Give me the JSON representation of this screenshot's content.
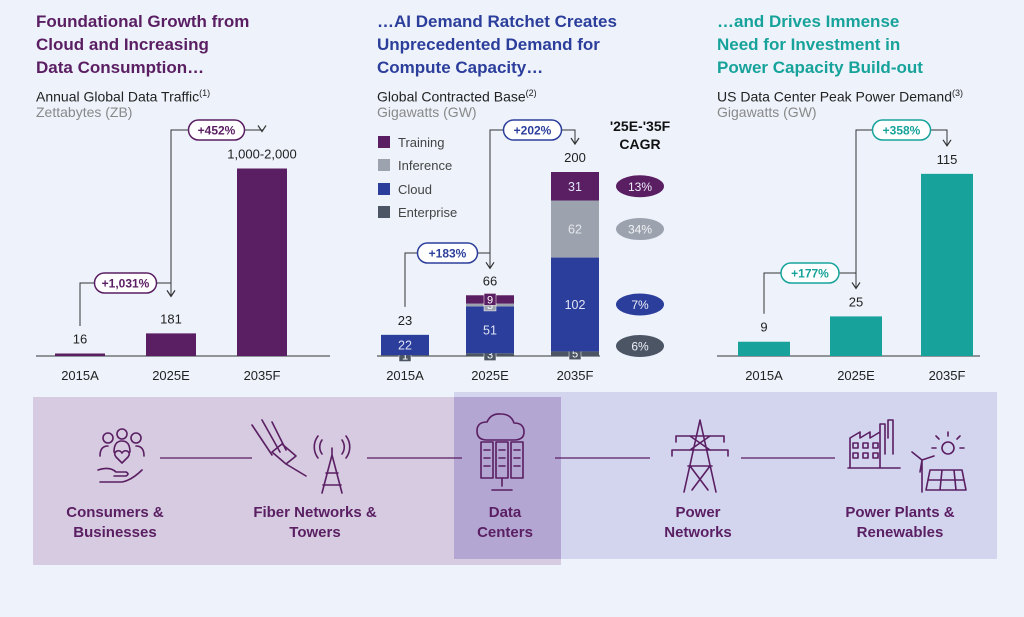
{
  "panels": [
    {
      "heading": "Foundational Growth from\nCloud and Increasing\nData Consumption…",
      "heading_color": "#5a1e62",
      "subtitle": "Annual Global Data Traffic",
      "note": "(1)",
      "unit": "Zettabytes (ZB)"
    },
    {
      "heading": "…AI Demand Ratchet Creates\nUnprecedented Demand for\nCompute Capacity…",
      "heading_color": "#2c3e9b",
      "subtitle": "Global Contracted Base",
      "note": "(2)",
      "unit": "Gigawatts (GW)"
    },
    {
      "heading": "…and Drives Immense\nNeed for Investment in\nPower Capacity Build-out",
      "heading_color": "#17a39b",
      "subtitle": "US Data Center Peak Power Demand",
      "note": "(3)",
      "unit": "Gigawatts (GW)"
    }
  ],
  "chart_data": [
    {
      "type": "bar",
      "categories": [
        "2015A",
        "2025E",
        "2035F"
      ],
      "values": [
        16,
        181,
        1500
      ],
      "value_labels": [
        "16",
        "181",
        "1,000-2,000"
      ],
      "growth_labels": [
        "+1,031%",
        "+452%"
      ],
      "color": "#5a1e62",
      "ylim": [
        0,
        1600
      ]
    },
    {
      "type": "bar",
      "stacked": true,
      "categories": [
        "2015A",
        "2025E",
        "2035F"
      ],
      "series": [
        {
          "name": "Enterprise",
          "values": [
            1,
            3,
            5
          ],
          "color": "#4b5563"
        },
        {
          "name": "Cloud",
          "values": [
            22,
            51,
            102
          ],
          "color": "#2c3e9b"
        },
        {
          "name": "Inference",
          "values": [
            0,
            3,
            62
          ],
          "color": "#9ca3af"
        },
        {
          "name": "Training",
          "values": [
            0,
            9,
            31
          ],
          "color": "#5a1e62"
        }
      ],
      "legend_order": [
        "Training",
        "Inference",
        "Cloud",
        "Enterprise"
      ],
      "totals": [
        23,
        66,
        200
      ],
      "growth_labels": [
        "+183%",
        "+202%"
      ],
      "cagr_title": "'25E-'35F\nCAGR",
      "cagr": [
        {
          "series": "Training",
          "label": "13%"
        },
        {
          "series": "Inference",
          "label": "34%"
        },
        {
          "series": "Cloud",
          "label": "7%"
        },
        {
          "series": "Enterprise",
          "label": "6%"
        }
      ],
      "ylim": [
        0,
        200
      ]
    },
    {
      "type": "bar",
      "categories": [
        "2015A",
        "2025E",
        "2035F"
      ],
      "values": [
        9,
        25,
        115
      ],
      "value_labels": [
        "9",
        "25",
        "115"
      ],
      "growth_labels": [
        "+177%",
        "+358%"
      ],
      "color": "#17a39b",
      "ylim": [
        0,
        125
      ]
    }
  ],
  "flow": {
    "nodes": [
      {
        "label": "Consumers &\nBusinesses",
        "icon": "people-hand-icon"
      },
      {
        "label": "Fiber Networks &\nTowers",
        "icon": "fiber-tower-icon"
      },
      {
        "label": "Data\nCenters",
        "icon": "data-center-icon"
      },
      {
        "label": "Power\nNetworks",
        "icon": "power-pylon-icon"
      },
      {
        "label": "Power Plants &\nRenewables",
        "icon": "power-plant-icon"
      }
    ],
    "colors": {
      "icon": "#5a1e62",
      "left_band": "#d6cbe0",
      "right_band": "#d3d5ef",
      "overlap": "#b3a6d2"
    }
  }
}
